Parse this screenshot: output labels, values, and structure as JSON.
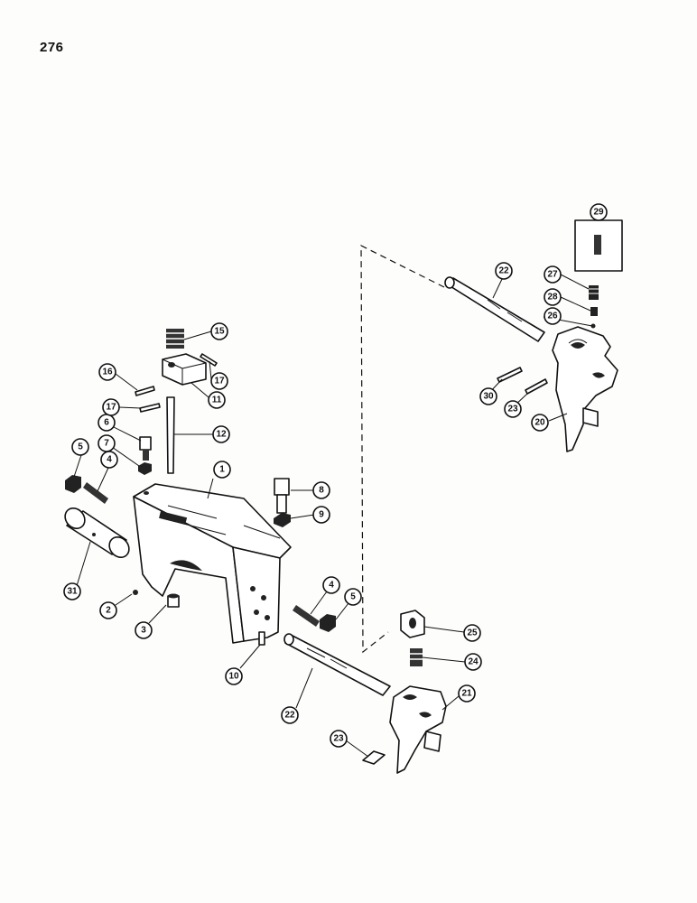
{
  "page": {
    "number": "276"
  },
  "callouts": [
    {
      "id": "c1",
      "label": "1"
    },
    {
      "id": "c2",
      "label": "2"
    },
    {
      "id": "c3",
      "label": "3"
    },
    {
      "id": "c4a",
      "label": "4"
    },
    {
      "id": "c4b",
      "label": "4"
    },
    {
      "id": "c5a",
      "label": "5"
    },
    {
      "id": "c5b",
      "label": "5"
    },
    {
      "id": "c6",
      "label": "6"
    },
    {
      "id": "c7",
      "label": "7"
    },
    {
      "id": "c8",
      "label": "8"
    },
    {
      "id": "c9",
      "label": "9"
    },
    {
      "id": "c10",
      "label": "10"
    },
    {
      "id": "c11",
      "label": "11"
    },
    {
      "id": "c12",
      "label": "12"
    },
    {
      "id": "c15",
      "label": "15"
    },
    {
      "id": "c16",
      "label": "16"
    },
    {
      "id": "c17a",
      "label": "17"
    },
    {
      "id": "c17b",
      "label": "17"
    },
    {
      "id": "c20",
      "label": "20"
    },
    {
      "id": "c21",
      "label": "21"
    },
    {
      "id": "c22a",
      "label": "22"
    },
    {
      "id": "c22b",
      "label": "22"
    },
    {
      "id": "c23a",
      "label": "23"
    },
    {
      "id": "c23b",
      "label": "23"
    },
    {
      "id": "c24",
      "label": "24"
    },
    {
      "id": "c25",
      "label": "25"
    },
    {
      "id": "c26",
      "label": "26"
    },
    {
      "id": "c27",
      "label": "27"
    },
    {
      "id": "c28",
      "label": "28"
    },
    {
      "id": "c29",
      "label": "29"
    },
    {
      "id": "c30",
      "label": "30"
    },
    {
      "id": "c31",
      "label": "31"
    }
  ]
}
